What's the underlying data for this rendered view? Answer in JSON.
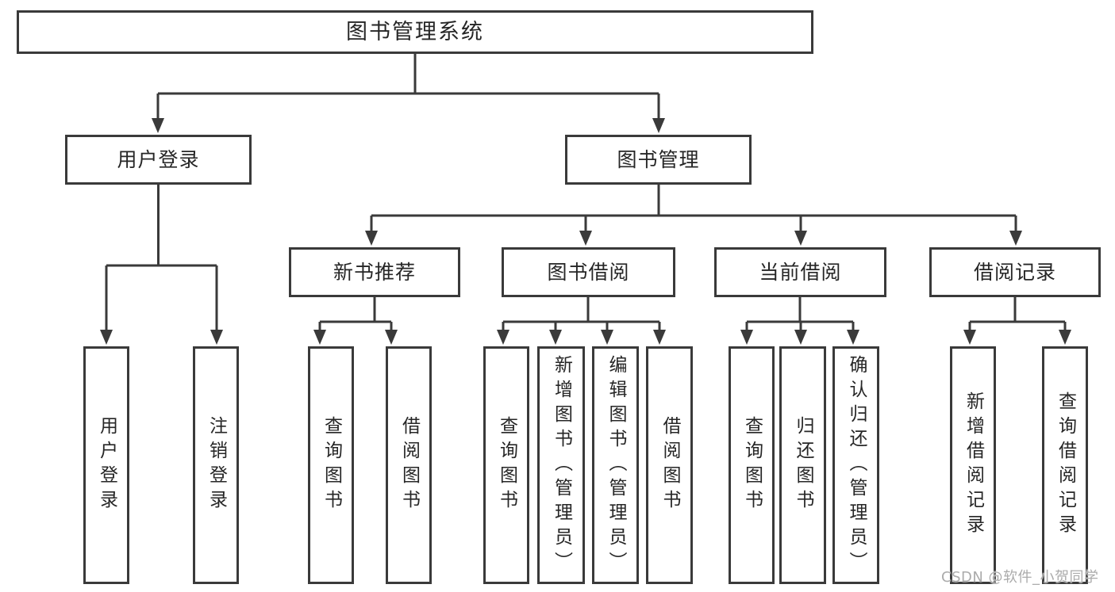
{
  "tree": {
    "root": {
      "label": "图书管理系统",
      "children": [
        {
          "label": "用户登录",
          "children": [
            {
              "label": "用户登录"
            },
            {
              "label": "注销登录"
            }
          ]
        },
        {
          "label": "图书管理",
          "children": [
            {
              "label": "新书推荐",
              "children": [
                {
                  "label": "查询图书"
                },
                {
                  "label": "借阅图书"
                }
              ]
            },
            {
              "label": "图书借阅",
              "children": [
                {
                  "label": "查询图书"
                },
                {
                  "label": "新增图书（管理员）"
                },
                {
                  "label": "编辑图书（管理员）"
                },
                {
                  "label": "借阅图书"
                }
              ]
            },
            {
              "label": "当前借阅",
              "children": [
                {
                  "label": "查询图书"
                },
                {
                  "label": "归还图书"
                },
                {
                  "label": "确认归还（管理员）"
                }
              ]
            },
            {
              "label": "借阅记录",
              "children": [
                {
                  "label": "新增借阅记录"
                },
                {
                  "label": "查询借阅记录"
                }
              ]
            }
          ]
        }
      ]
    }
  },
  "watermark": {
    "text": "CSDN @软件_小贺同学",
    "color": "#ababab"
  },
  "colors": {
    "line": "#3a3a3a",
    "box_border": "#3a3a3a",
    "text": "#262626",
    "background": "#ffffff"
  }
}
